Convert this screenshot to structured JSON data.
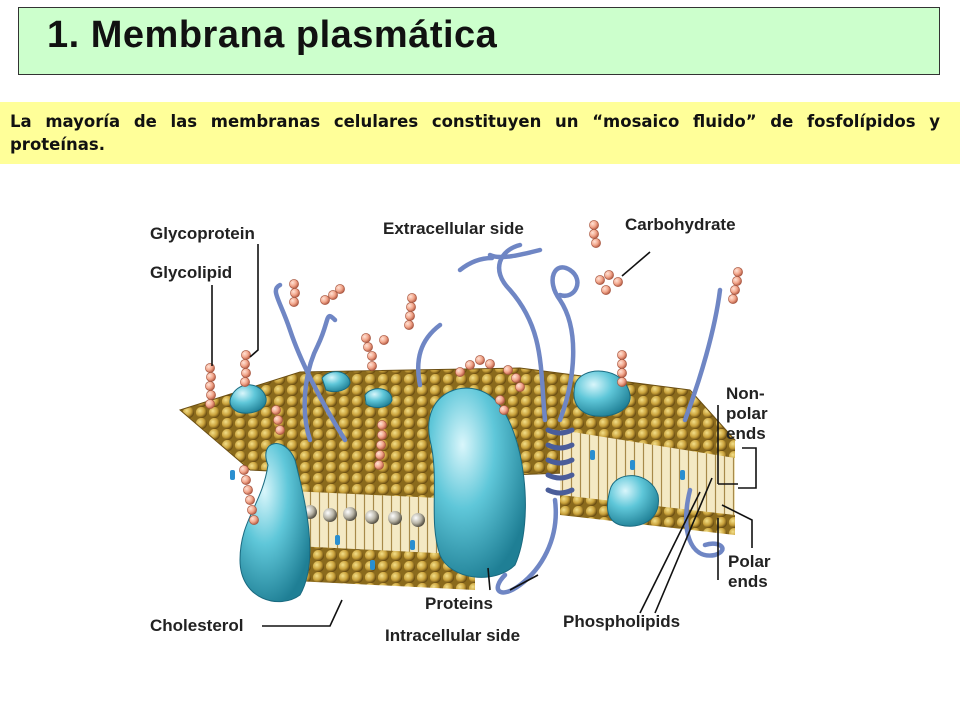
{
  "header": {
    "title": "1. Membrana plasmática"
  },
  "intro": {
    "text": "La mayoría de las membranas celulares constituyen un “mosaico fluido” de fosfolípidos y proteínas."
  },
  "labels": {
    "glycoprotein": "Glycoprotein",
    "glycolipid": "Glycolipid",
    "extracellular": "Extracellular side",
    "carbohydrate": "Carbohydrate",
    "nonpolar_1": "Non-",
    "nonpolar_2": "polar",
    "nonpolar_3": "ends",
    "polar_1": "Polar",
    "polar_2": "ends",
    "cholesterol": "Cholesterol",
    "proteins": "Proteins",
    "phospholipids": "Phospholipids",
    "intracellular": "Intracellular side"
  },
  "colors": {
    "title_bg": "#ccffcc",
    "intro_bg": "#ffff99",
    "lipid_head": "#c9a13a",
    "protein": "#5fc7d9",
    "carbohydrate": "#f2a58a",
    "fiber": "#6f86c4",
    "cholesterol": "#2a8fd0"
  }
}
